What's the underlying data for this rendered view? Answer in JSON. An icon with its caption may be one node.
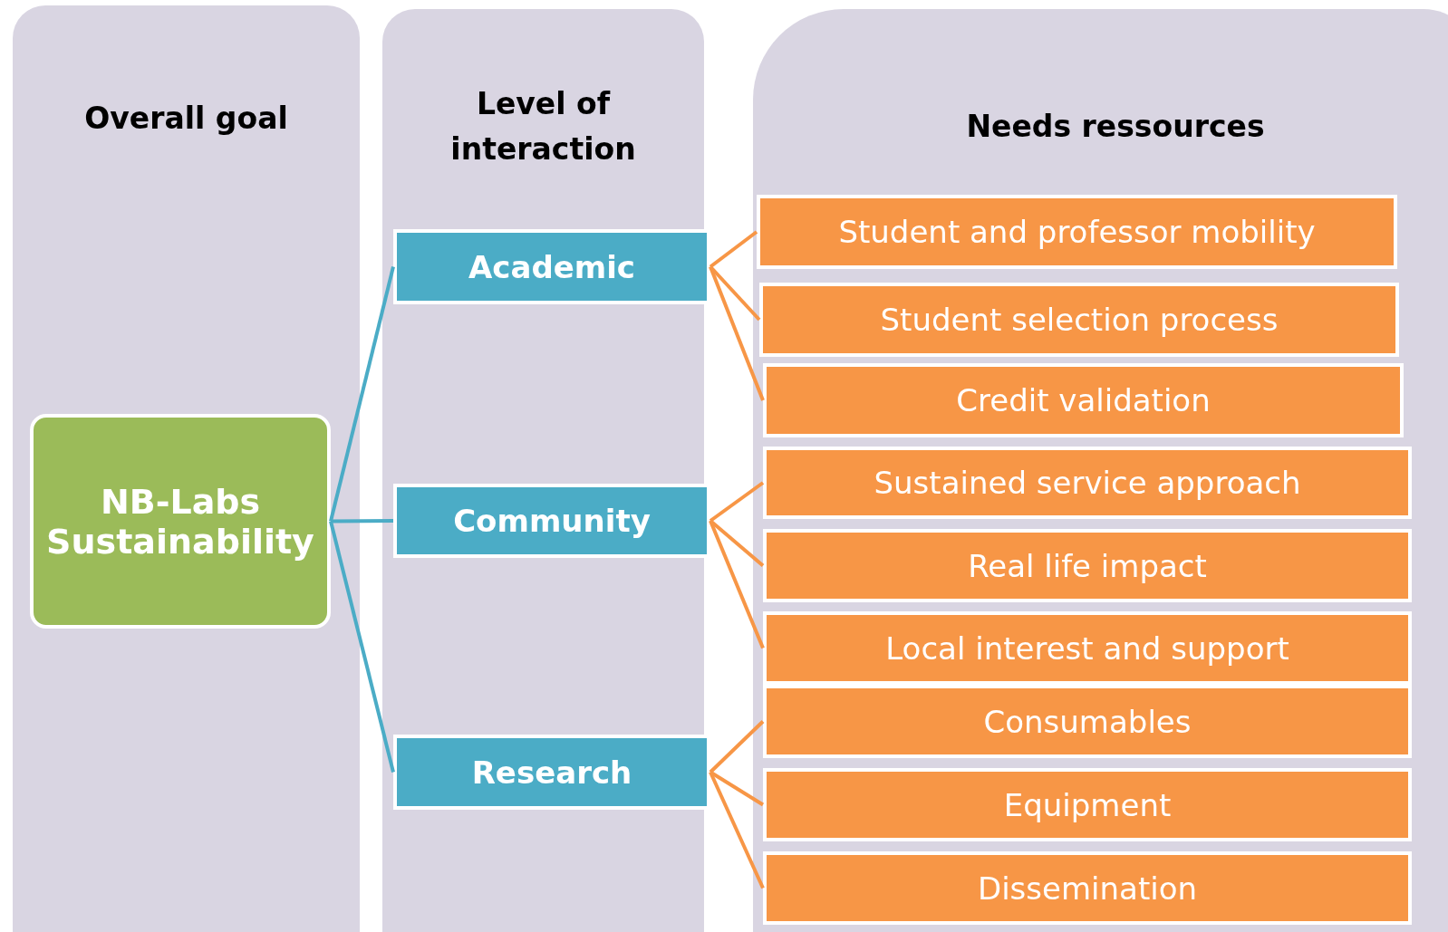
{
  "diagram": {
    "nodes": [
      {
        "text": [
          "Overall goal"
        ]
      },
      {
        "text": [
          "Level of interaction"
        ]
      },
      {
        "text": [
          "Needs ressources"
        ]
      },
      {
        "text": [
          "NB-Labs Sustainability"
        ],
        "in": 0
      },
      {
        "text": [
          "Academic"
        ],
        "in": 1
      },
      {
        "text": [
          "Community"
        ],
        "in": 1
      },
      {
        "text": [
          "Research"
        ],
        "in": 1
      },
      {
        "text": [
          "Student and professor mobility"
        ],
        "in": 2
      },
      {
        "text": [
          "Student selection process"
        ],
        "in": 2
      },
      {
        "text": [
          "Credit validation"
        ],
        "in": 2
      },
      {
        "text": [
          "Sustained service approach"
        ],
        "in": 2
      },
      {
        "text": [
          "Real life impact"
        ],
        "in": 2
      },
      {
        "text": [
          "Local interest and support"
        ],
        "in": 2
      },
      {
        "text": [
          "Consumables"
        ],
        "in": 2
      },
      {
        "text": [
          "Equipment"
        ],
        "in": 2
      },
      {
        "text": [
          "Dissemination"
        ],
        "in": 2
      }
    ],
    "edges": [
      {
        "from": 3,
        "to": 4,
        "arrow": "none",
        "color": "#4bacc6"
      },
      {
        "from": 3,
        "to": 5,
        "arrow": "none",
        "color": "#4bacc6"
      },
      {
        "from": 3,
        "to": 6,
        "arrow": "none",
        "color": "#4bacc6"
      },
      {
        "from": 4,
        "to": 7,
        "arrow": "none"
      },
      {
        "from": 4,
        "to": 8,
        "arrow": "none"
      },
      {
        "from": 4,
        "to": 9,
        "arrow": "none"
      },
      {
        "from": 5,
        "to": 10,
        "arrow": "none"
      },
      {
        "from": 5,
        "to": 11,
        "arrow": "none"
      },
      {
        "from": 5,
        "to": 12,
        "arrow": "none"
      },
      {
        "from": 6,
        "to": 13,
        "arrow": "none"
      },
      {
        "from": 6,
        "to": 14,
        "arrow": "none"
      },
      {
        "from": 6,
        "to": 15,
        "arrow": "none"
      }
    ]
  }
}
